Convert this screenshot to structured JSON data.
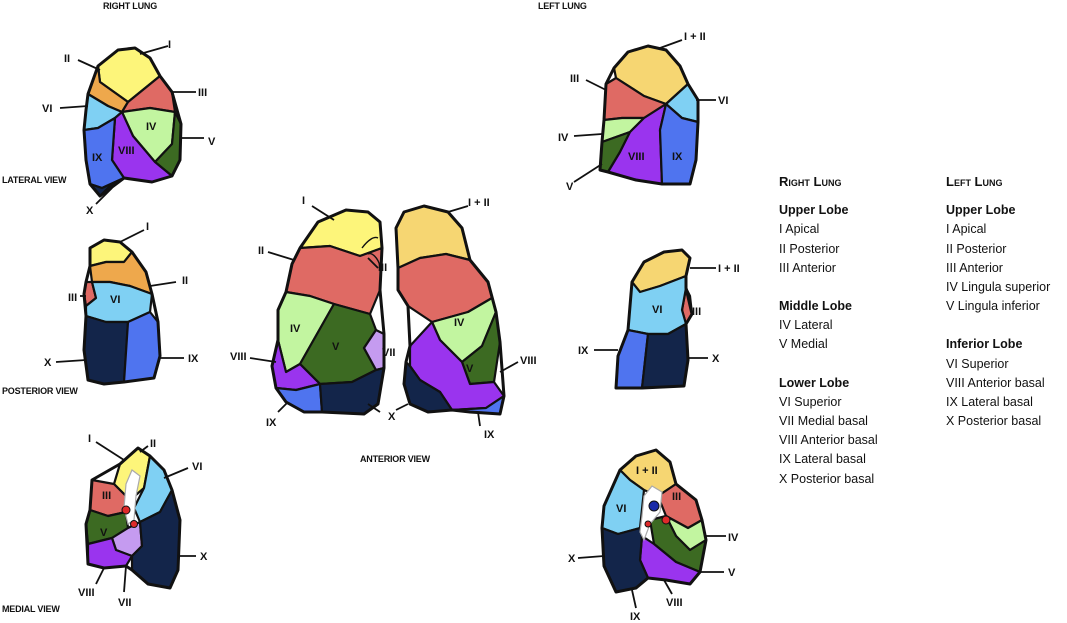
{
  "titles": {
    "right_lung": "RIGHT LUNG",
    "left_lung": "LEFT LUNG"
  },
  "views": {
    "lateral": "LATERAL VIEW",
    "posterior": "POSTERIOR VIEW",
    "medial": "MEDIAL VIEW",
    "anterior": "ANTERIOR VIEW"
  },
  "segment_labels": {
    "I": "I",
    "II": "II",
    "III": "III",
    "IV": "IV",
    "V": "V",
    "VI": "VI",
    "VII": "VII",
    "VIII": "VIII",
    "IX": "IX",
    "X": "X",
    "I_II": "I + II"
  },
  "colors": {
    "I_apical": "#fdf57a",
    "II_posterior": "#eea84c",
    "III_anterior": "#df6a64",
    "I_II_left": "#f6d672",
    "IV": "#c2f5a0",
    "V": "#3c6a22",
    "VI": "#7fd0f3",
    "VII": "#c59bf0",
    "VIII": "#9a34ee",
    "IX": "#4f74ef",
    "X": "#13254a"
  },
  "legend": {
    "right": {
      "header": "Right Lung",
      "upper_lobe": "Upper Lobe",
      "upper": [
        "I Apical",
        "II Posterior",
        "III Anterior"
      ],
      "middle_lobe": "Middle Lobe",
      "middle": [
        "IV Lateral",
        "V Medial"
      ],
      "lower_lobe": "Lower Lobe",
      "lower": [
        "VI Superior",
        "VII Medial basal",
        "VIII Anterior basal",
        "IX Lateral basal",
        "X Posterior basal"
      ]
    },
    "left": {
      "header": "Left Lung",
      "upper_lobe": "Upper Lobe",
      "upper": [
        "I Apical",
        "II Posterior",
        "III Anterior",
        "IV Lingula superior",
        "V Lingula inferior"
      ],
      "inferior_lobe": "Inferior Lobe",
      "inferior": [
        "VI Superior",
        "VIII Anterior basal",
        "IX Lateral basal",
        "X Posterior basal"
      ]
    }
  }
}
